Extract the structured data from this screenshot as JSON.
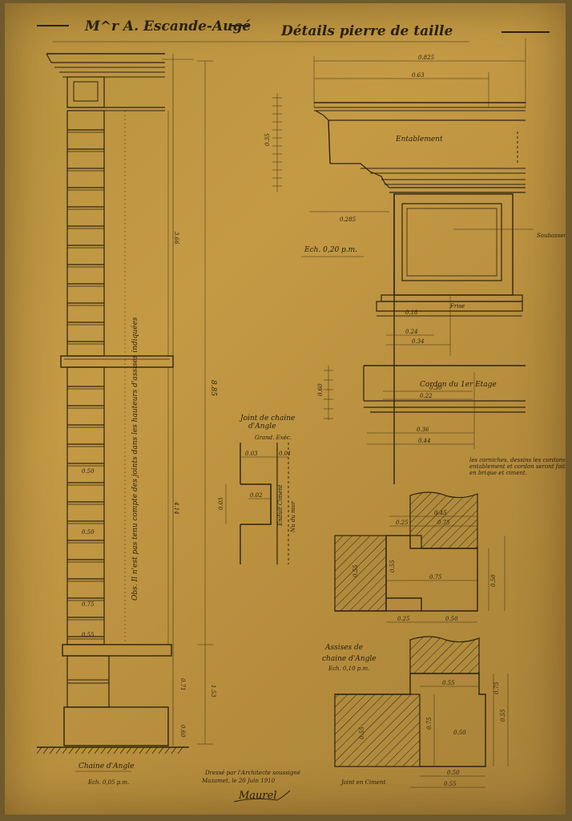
{
  "title": {
    "client": "M^r A. Escande-Augé",
    "subject": "Détails pierre de taille"
  },
  "elevation": {
    "caption": "Chaine d'Angle",
    "scale": "Ech. 0,05 p.m.",
    "vertical_note": "Obs. Il n'est pas tenu compte des joints dans les hauteurs d'assises indiquées",
    "dim_total": "8.85",
    "dim_upper": "3.66",
    "dim_middle": "4.14",
    "dim_base": "1.53",
    "dim_base_lower": "0.71",
    "dim_plinth": "0.60",
    "width_labels": [
      "0.50",
      "0.50",
      "0.75",
      "0.55"
    ]
  },
  "cornice_detail": {
    "scale": "Ech. 0,20 p.m.",
    "dim_top_overall": "0.825",
    "dim_top_inner": "0.63",
    "label_entablement": "Entablement",
    "dim_height": "0.35",
    "dim_bottom": "0.285",
    "label_soubassement": "Soubassement",
    "label_frise": "Frise",
    "frise_dims": [
      "0.18",
      "0.24",
      "0.34"
    ],
    "label_cordon": "Cordon du 1er Etage",
    "cordon_dims": [
      "0.30",
      "0.22",
      "0.36",
      "0.44"
    ],
    "dim_cordon_height": "0.60",
    "note": "les corniches, dessins les cordons, entablement et cordon seront faits en brique et ciment."
  },
  "joint_detail": {
    "title": "Joint de chaine d'Angle",
    "subtitle": "Grand. Exéc.",
    "dims": [
      "0.03",
      "0.01",
      "0.02",
      "0.03"
    ],
    "label_left": "Enduit Ciment",
    "label_right": "Nu du mur"
  },
  "plan_upper": {
    "dims": [
      "0.45",
      "0.25",
      "0.75",
      "0.75",
      "0.55",
      "0.50",
      "0.55",
      "0.50",
      "0.25"
    ]
  },
  "plan_lower": {
    "title": "Assises de chaine d'Angle",
    "scale": "Ech. 0,10 p.m.",
    "dims": [
      "0.55",
      "0.75",
      "0.50",
      "0.55",
      "0.50",
      "0.55",
      "0.75",
      "0.55"
    ],
    "label_joint": "Joint en Ciment"
  },
  "signature": {
    "line1": "Dressé par l'Architecte soussigné",
    "line2": "Mazamet, le 20 Juin 1910",
    "signature_text": "Maurel"
  }
}
